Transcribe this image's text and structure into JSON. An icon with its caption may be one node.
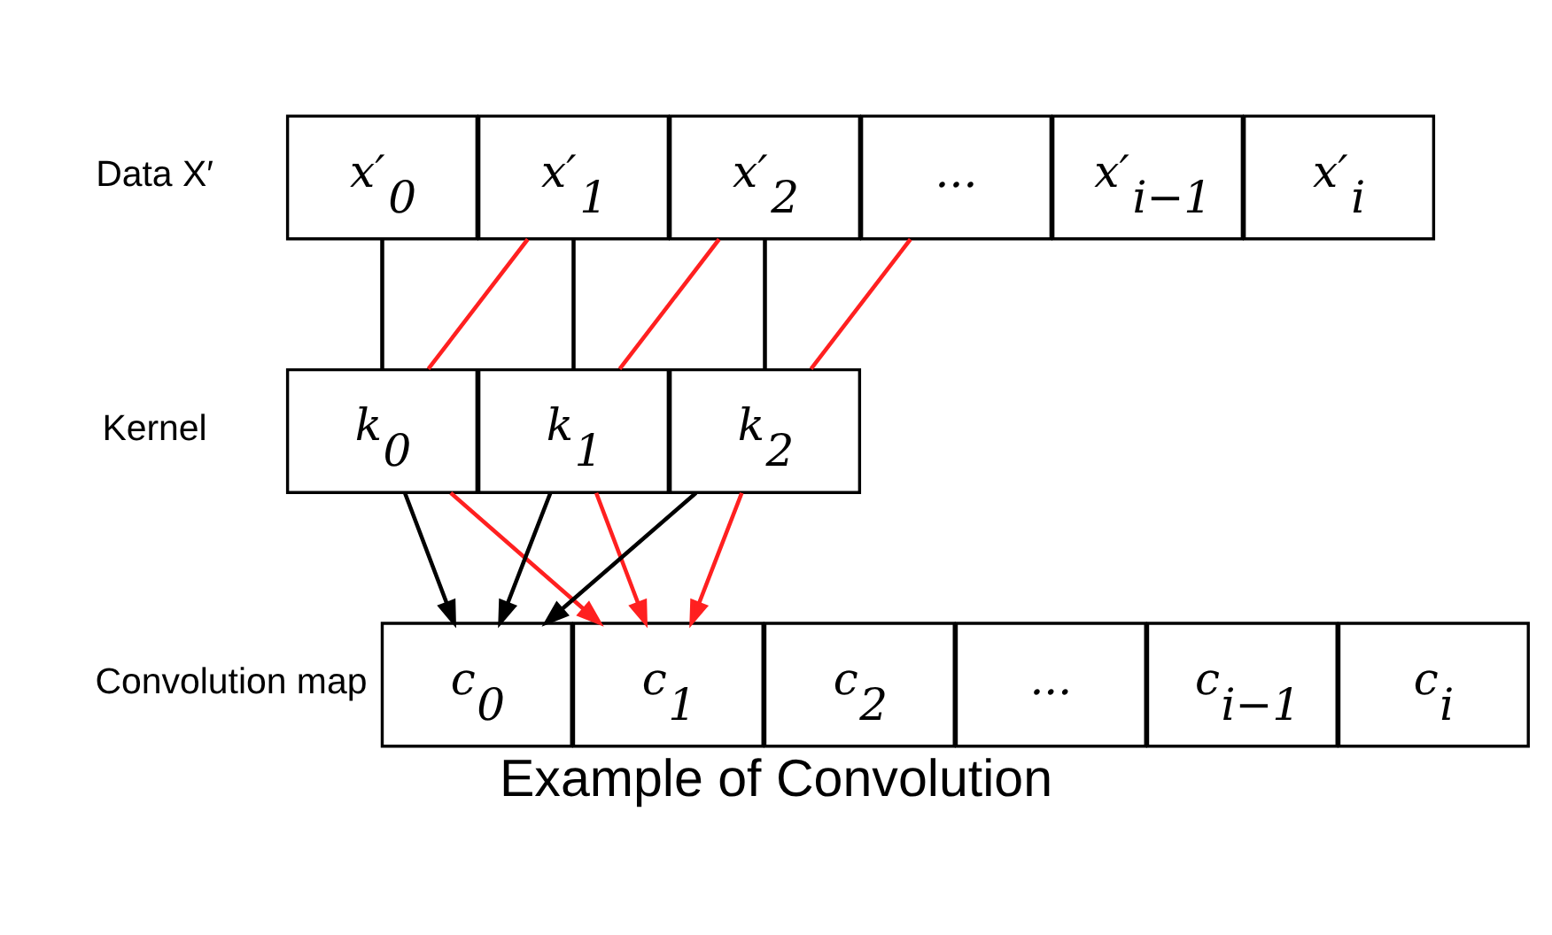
{
  "diagram": {
    "caption": "Example of Convolution",
    "nodes": [
      {
        "text": [
          "x′$_{0}$"
        ]
      },
      {
        "text": [
          "x′$_{1}$"
        ]
      },
      {
        "text": [
          "x′$_{2}$"
        ]
      },
      {
        "text": [
          "..."
        ]
      },
      {
        "text": [
          "x′$_{i−1}$"
        ]
      },
      {
        "text": [
          "x′$_{i}$"
        ]
      },
      {
        "text": [
          "k$_{0}$"
        ]
      },
      {
        "text": [
          "k$_{1}$"
        ]
      },
      {
        "text": [
          "k$_{2}$"
        ]
      },
      {
        "text": [
          "c$_{0}$"
        ]
      },
      {
        "text": [
          "c$_{1}$"
        ]
      },
      {
        "text": [
          "c$_{2}$"
        ]
      },
      {
        "text": [
          "..."
        ]
      },
      {
        "text": [
          "c$_{i−1}$"
        ]
      },
      {
        "text": [
          "c$_{i}$"
        ]
      }
    ],
    "edges": [
      {
        "from": 0,
        "to": 6,
        "arrow": "none"
      },
      {
        "from": 1,
        "to": 6,
        "arrow": "none",
        "color": "#ff2020"
      },
      {
        "from": 1,
        "to": 7,
        "arrow": "none"
      },
      {
        "from": 2,
        "to": 7,
        "arrow": "none",
        "color": "#ff2020"
      },
      {
        "from": 2,
        "to": 8,
        "arrow": "none"
      },
      {
        "from": 3,
        "to": 8,
        "arrow": "none",
        "color": "#ff2020"
      },
      {
        "from": 6,
        "to": 9,
        "arrow": "to"
      },
      {
        "from": 7,
        "to": 9,
        "arrow": "to"
      },
      {
        "from": 8,
        "to": 9,
        "arrow": "to"
      },
      {
        "from": 6,
        "to": 10,
        "arrow": "to",
        "color": "#ff2020"
      },
      {
        "from": 7,
        "to": 10,
        "arrow": "to",
        "color": "#ff2020"
      },
      {
        "from": 8,
        "to": 10,
        "arrow": "to",
        "color": "#ff2020"
      }
    ],
    "labels": [
      "Data X′",
      "Kernel",
      "Convolution map"
    ]
  }
}
